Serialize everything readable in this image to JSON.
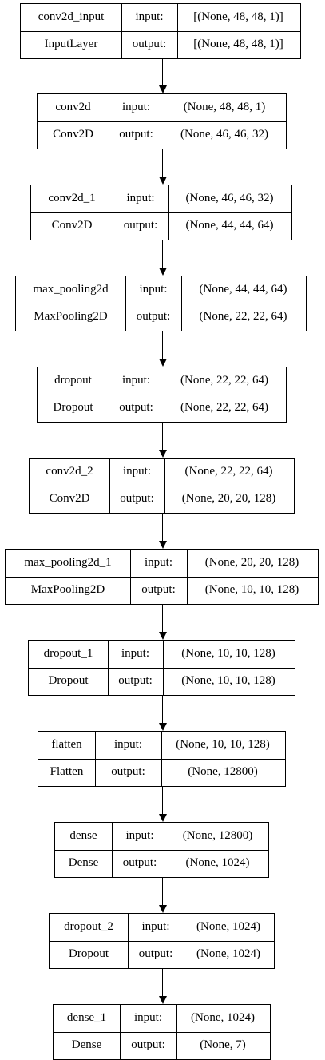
{
  "diagram": {
    "input_label": "input:",
    "output_label": "output:",
    "layers": [
      {
        "name": "conv2d_input",
        "type": "InputLayer",
        "input": "[(None, 48, 48, 1)]",
        "output": "[(None, 48, 48, 1)]"
      },
      {
        "name": "conv2d",
        "type": "Conv2D",
        "input": "(None, 48, 48, 1)",
        "output": "(None, 46, 46, 32)"
      },
      {
        "name": "conv2d_1",
        "type": "Conv2D",
        "input": "(None, 46, 46, 32)",
        "output": "(None, 44, 44, 64)"
      },
      {
        "name": "max_pooling2d",
        "type": "MaxPooling2D",
        "input": "(None, 44, 44, 64)",
        "output": "(None, 22, 22, 64)"
      },
      {
        "name": "dropout",
        "type": "Dropout",
        "input": "(None, 22, 22, 64)",
        "output": "(None, 22, 22, 64)"
      },
      {
        "name": "conv2d_2",
        "type": "Conv2D",
        "input": "(None, 22, 22, 64)",
        "output": "(None, 20, 20, 128)"
      },
      {
        "name": "max_pooling2d_1",
        "type": "MaxPooling2D",
        "input": "(None, 20, 20, 128)",
        "output": "(None, 10, 10, 128)"
      },
      {
        "name": "dropout_1",
        "type": "Dropout",
        "input": "(None, 10, 10, 128)",
        "output": "(None, 10, 10, 128)"
      },
      {
        "name": "flatten",
        "type": "Flatten",
        "input": "(None, 10, 10, 128)",
        "output": "(None, 12800)"
      },
      {
        "name": "dense",
        "type": "Dense",
        "input": "(None, 12800)",
        "output": "(None, 1024)"
      },
      {
        "name": "dropout_2",
        "type": "Dropout",
        "input": "(None, 1024)",
        "output": "(None, 1024)"
      },
      {
        "name": "dense_1",
        "type": "Dense",
        "input": "(None, 1024)",
        "output": "(None, 7)"
      }
    ]
  }
}
